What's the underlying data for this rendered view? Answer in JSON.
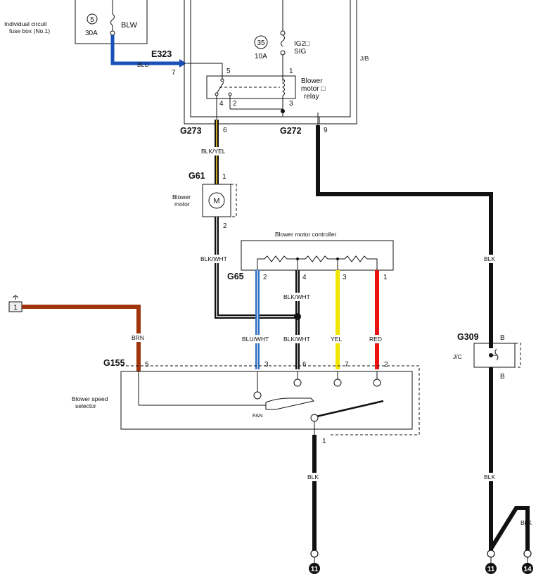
{
  "fuse_box": {
    "label_line1": "Individual circuit",
    "label_line2": "fuse box (No.1)",
    "fuse_number": "5",
    "fuse_name": "BLW",
    "fuse_rating": "30A"
  },
  "jb": {
    "label": "J/B",
    "fuse_number": "35",
    "fuse_name_line1": "IG2□",
    "fuse_name_line2": "SIG",
    "fuse_rating": "10A"
  },
  "relay": {
    "label_line1": "Blower",
    "label_line2": "motor □",
    "label_line3": "relay",
    "pins": {
      "p1": "1",
      "p2": "2",
      "p3": "3",
      "p4": "4",
      "p5": "5"
    }
  },
  "connectors": {
    "e323": "E323",
    "e323_pin": "7",
    "g273": "G273",
    "g273_pin": "6",
    "g272": "G272",
    "g272_pin": "9",
    "g61": "G61",
    "g61_pin_top": "1",
    "g61_pin_bottom": "2",
    "g65": "G65",
    "g155": "G155",
    "g309": "G309",
    "g309_pin_top": "B",
    "g309_pin_bottom": "B"
  },
  "blower_motor": {
    "label_line1": "Blower",
    "label_line2": "motor",
    "symbol": "M"
  },
  "controller": {
    "label": "Blower motor controller",
    "pins": [
      "2",
      "4",
      "3",
      "1"
    ]
  },
  "selector": {
    "label_line1": "Blower speed",
    "label_line2": "selector",
    "fan_label": "FAN",
    "pins": {
      "brn": "5",
      "blu": "3",
      "blk": "6",
      "yel": "7",
      "red": "2",
      "gnd": "1"
    }
  },
  "jc": {
    "label": "J/C"
  },
  "wires": {
    "blu": "BLU",
    "blk_yel": "BLK/YEL",
    "blk_wht_motor": "BLK/WHT",
    "blk_wht_mid": "BLK/WHT",
    "blu_wht": "BLU/WHT",
    "blk_wht_low": "BLK/WHT",
    "yel": "YEL",
    "red": "RED",
    "brn": "BRN",
    "blk_right_top": "BLK",
    "blk_right_bottom": "BLK",
    "blk_left_bottom": "BLK",
    "blk_ground14": "BLK"
  },
  "offpage": {
    "ref": "1"
  },
  "grounds": {
    "g_left": "11",
    "g_mid": "11",
    "g_right": "14"
  },
  "colors": {
    "blu": "#1a50b8",
    "blk": "#111111",
    "yel": "#f2e600",
    "red": "#ee1111",
    "brn": "#a0350d",
    "blu_wht": "#2f6fc4",
    "blk_yel_stripe": "#c9a826"
  }
}
